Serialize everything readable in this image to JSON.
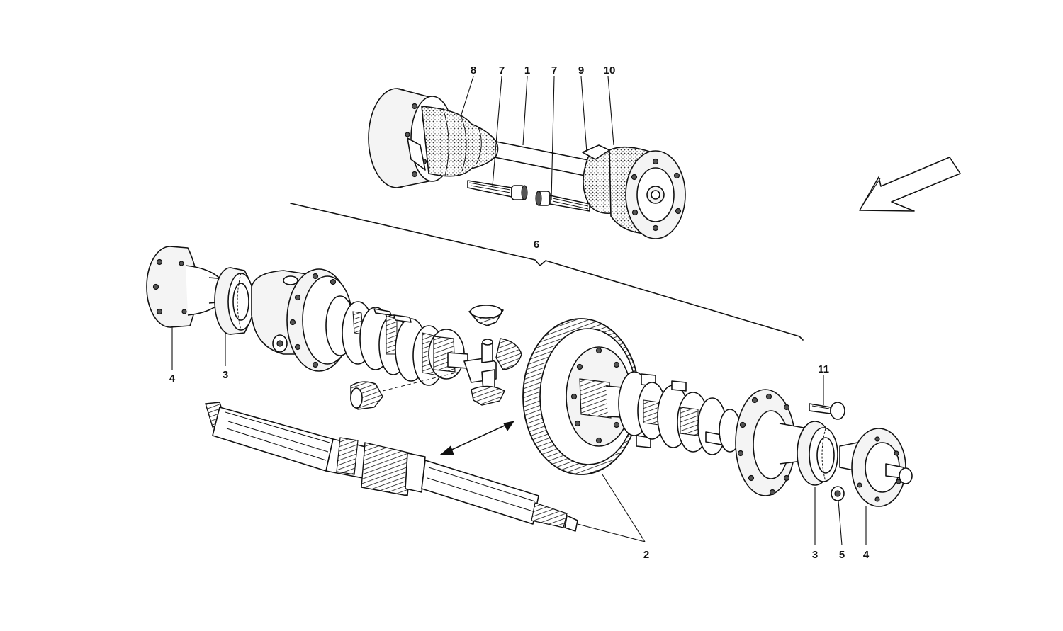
{
  "labels": {
    "top_8": "8",
    "top_7a": "7",
    "top_1": "1",
    "top_7b": "7",
    "top_9": "9",
    "top_10": "10",
    "group_6": "6",
    "left_4": "4",
    "left_3": "3",
    "right_11": "11",
    "bottom_2": "2",
    "right_3": "3",
    "right_5": "5",
    "right_4": "4"
  }
}
